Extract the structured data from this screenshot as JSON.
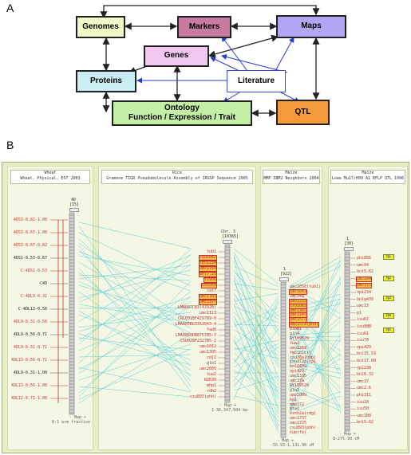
{
  "panel_a_label": "A",
  "panel_b_label": "B",
  "diagram": {
    "nodes": {
      "genomes": "Genomes",
      "markers": "Markers",
      "maps": "Maps",
      "genes": "Genes",
      "proteins": "Proteins",
      "literature": "Literature",
      "ontology_line1": "Ontology",
      "ontology_line2": "Function / Expression / Trait",
      "qtl": "QTL"
    },
    "colors": {
      "genomes": "#f3f8c8",
      "markers": "#c87ba0",
      "maps": "#b2a6f4",
      "genes": "#f0c8f0",
      "proteins": "#c8eef4",
      "literature": "#ffffff",
      "ontology": "#c4f0a6",
      "qtl": "#f49a3a",
      "black_arrow": "#222222",
      "blue_arrow": "#2a3ccc"
    }
  },
  "cmap": {
    "background": "#e7edc6",
    "lanes": [
      {
        "title": "Wheat",
        "subtitle": "Wheat, Physical, EST 2003"
      },
      {
        "title": "Rice",
        "subtitle": "Gramene TIGR Pseudomolecule Assembly of IRGSP Sequence 2005"
      },
      {
        "title": "Maize",
        "subtitle": "MMP IBM2 Neighbors 2004"
      },
      {
        "title": "Maize",
        "subtitle": "Lowe Mu17/H99 A1 RFLP QTL 1996"
      }
    ],
    "wheat": {
      "map_id": "4D",
      "count": "[15]",
      "footer_line1": "- Map +",
      "footer_line2": "0-1 arm fraction",
      "labels": [
        {
          "text": "4DS3-0.82-1.00",
          "red": true
        },
        {
          "text": "4DS3-0.67-1.00",
          "red": true
        },
        {
          "text": "4DS3-0.67-0.82",
          "red": true
        },
        {
          "text": "4DS1-0.53-0.67",
          "red": false
        },
        {
          "text": "C-4DS1-0.53",
          "red": true
        },
        {
          "text": "C4D",
          "red": false
        },
        {
          "text": "C-4DL9-0.31",
          "red": true
        },
        {
          "text": "C-4DL13-0.56",
          "red": false
        },
        {
          "text": "4DL9-0.31-0.56",
          "red": true
        },
        {
          "text": "4DL9-0.56-0.71",
          "red": false
        },
        {
          "text": "4DL9-0.31-0.71",
          "red": true
        },
        {
          "text": "4DL13-0.56-0.71",
          "red": true
        },
        {
          "text": "4DL9-0.31-1.00",
          "red": false
        },
        {
          "text": "4DL13-0.56-1.00",
          "red": true
        },
        {
          "text": "4DL12-0.71-1.00",
          "red": true
        }
      ]
    },
    "rice": {
      "map_id": "Chr. 3",
      "count": "[10365]",
      "footer_line1": "- Map +",
      "footer_line2": "1-36,347,604 bp",
      "labels": [
        {
          "text": "tub1",
          "box": false
        },
        {
          "text": "csu1082",
          "box": true
        },
        {
          "text": "cdo1234",
          "box": true
        },
        {
          "text": "umc1294",
          "box": true
        },
        {
          "text": "bnl7.25",
          "box": true
        },
        {
          "text": "rz900",
          "box": true
        },
        {
          "text": "csu366",
          "box": true
        },
        {
          "text": "cat7",
          "box": false
        },
        {
          "text": "umc1301",
          "box": true
        },
        {
          "text": "umc1577",
          "box": true
        },
        {
          "text": "LMA007CB3(4292B)",
          "box": false
        },
        {
          "text": "umc1113",
          "box": false
        },
        {
          "text": "CRL031BF4297B9-0",
          "box": false
        },
        {
          "text": "LMA005BG3353943-4",
          "box": false
        },
        {
          "text": "fad8",
          "box": false
        },
        {
          "text": "LMA0058DB8757B5-7",
          "box": false
        },
        {
          "text": "CSU02BF2327B5-2",
          "box": false
        },
        {
          "text": "umc1012",
          "box": false
        },
        {
          "text": "umc1305",
          "box": false
        },
        {
          "text": "cdj2",
          "box": false
        },
        {
          "text": "glb1",
          "box": false
        },
        {
          "text": "umc2009",
          "box": false
        },
        {
          "text": "tua2",
          "box": false
        },
        {
          "text": "RZ630",
          "box": false
        },
        {
          "text": "mhp1",
          "box": false
        },
        {
          "text": "rdb2",
          "box": false
        },
        {
          "text": "csu893(phh)",
          "box": false
        }
      ]
    },
    "maize_ibm": {
      "map_id": "1",
      "count": "[922]",
      "footer_line1": "- Map +",
      "footer_line2": "-55.93-1,131.90 cM",
      "labels": [
        {
          "text": "umc1058(tub1)",
          "box": false
        },
        {
          "text": "umc1643",
          "box": true
        },
        {
          "text": "umc94a",
          "box": false
        },
        {
          "text": "umc1222",
          "box": true
        },
        {
          "text": "csu1082",
          "box": true
        },
        {
          "text": "umc1301",
          "box": true
        },
        {
          "text": "umc1147",
          "box": true
        },
        {
          "text": "umc1577",
          "box": true
        },
        {
          "text": "umc157a(phh)",
          "box": true
        },
        {
          "text": "psbA1",
          "box": false
        },
        {
          "text": "gln4",
          "box": false
        },
        {
          "text": "AY109529",
          "box": false
        },
        {
          "text": "tua2",
          "box": false
        },
        {
          "text": "umc1269",
          "box": false
        },
        {
          "text": "fms1b(ct)",
          "box": false
        },
        {
          "text": "csu38a(nhp)",
          "box": false
        },
        {
          "text": "csu372a(cp)",
          "box": false
        },
        {
          "text": "bnlg439",
          "box": false
        },
        {
          "text": "npi429",
          "box": false
        },
        {
          "text": "umc1335",
          "box": false
        },
        {
          "text": "umc37a",
          "box": false
        },
        {
          "text": "AY109526",
          "box": false
        },
        {
          "text": "glb1",
          "box": false
        },
        {
          "text": "umc2009",
          "box": false
        },
        {
          "text": "kn1",
          "box": false
        },
        {
          "text": "mmp172",
          "box": false
        },
        {
          "text": "mta1",
          "box": false
        },
        {
          "text": "cssh2a(cdg)",
          "box": false
        },
        {
          "text": "umc1737",
          "box": false
        },
        {
          "text": "umc1725",
          "box": false
        },
        {
          "text": "csu893(phh)",
          "box": false
        },
        {
          "text": "tub(fe)",
          "box": false
        }
      ]
    },
    "maize_qtl": {
      "map_id": "1",
      "count": "[30]",
      "footer_line1": "- Map +",
      "footer_line2": "0-275.90 cM",
      "labels": [
        {
          "text": "phi056",
          "box": false
        },
        {
          "text": "umc94",
          "box": false
        },
        {
          "text": "bnl5.62",
          "box": false
        },
        {
          "text": "umc164",
          "box": true
        },
        {
          "text": "umc157",
          "box": true
        },
        {
          "text": "npi234",
          "box": false
        },
        {
          "text": "bnlg439",
          "box": false
        },
        {
          "text": "umc13",
          "box": false
        },
        {
          "text": "p1",
          "box": false
        },
        {
          "text": "isu61",
          "box": false
        },
        {
          "text": "isu98B",
          "box": false
        },
        {
          "text": "isu61",
          "box": false
        },
        {
          "text": "isu78",
          "box": false
        },
        {
          "text": "npi429",
          "box": false
        },
        {
          "text": "bnl15.59",
          "box": false
        },
        {
          "text": "bnl17.08",
          "box": false
        },
        {
          "text": "npi238",
          "box": false
        },
        {
          "text": "bnl6.32",
          "box": false
        },
        {
          "text": "umc37",
          "box": false
        },
        {
          "text": "umc2.6",
          "box": false
        },
        {
          "text": "phi311",
          "box": false
        },
        {
          "text": "isu18",
          "box": false
        },
        {
          "text": "isu58",
          "box": false
        },
        {
          "text": "umc1B0",
          "box": false
        },
        {
          "text": "bnl5.62",
          "box": false
        }
      ],
      "qtl_tags": [
        "q1",
        "q2",
        "q3",
        "q4",
        "q5"
      ]
    }
  }
}
